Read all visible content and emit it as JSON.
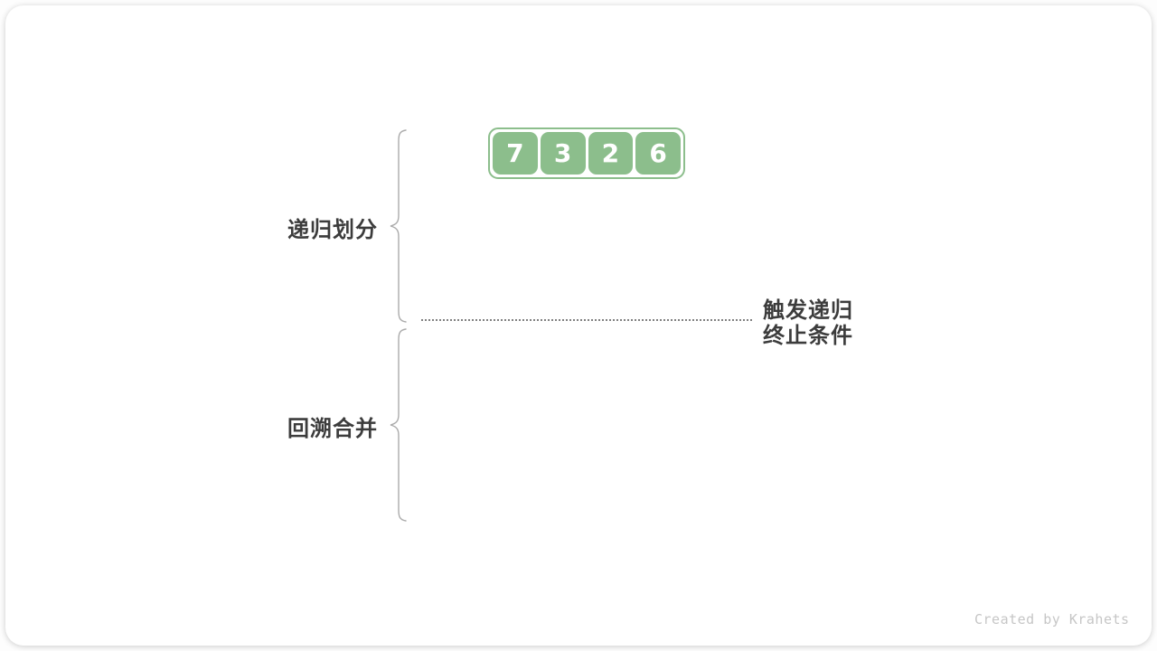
{
  "diagram": {
    "title_implied": "merge sort phases",
    "array": {
      "values": [
        "7",
        "3",
        "2",
        "6"
      ]
    },
    "phases": [
      {
        "label": "递归划分"
      },
      {
        "label": "回溯合并"
      }
    ],
    "annotation": {
      "line1": "触发递归",
      "line2": "终止条件"
    },
    "watermark": "Created by Krahets"
  },
  "colors": {
    "cell_green": "#8CBE8C",
    "cell_text": "#FFFFFF",
    "label_text": "#3C3C3C",
    "brace_stroke": "#ABABAB",
    "dotted_line": "#7F7F7F",
    "watermark_text": "#C6C6C6",
    "card_background": "#FFFFFF"
  }
}
